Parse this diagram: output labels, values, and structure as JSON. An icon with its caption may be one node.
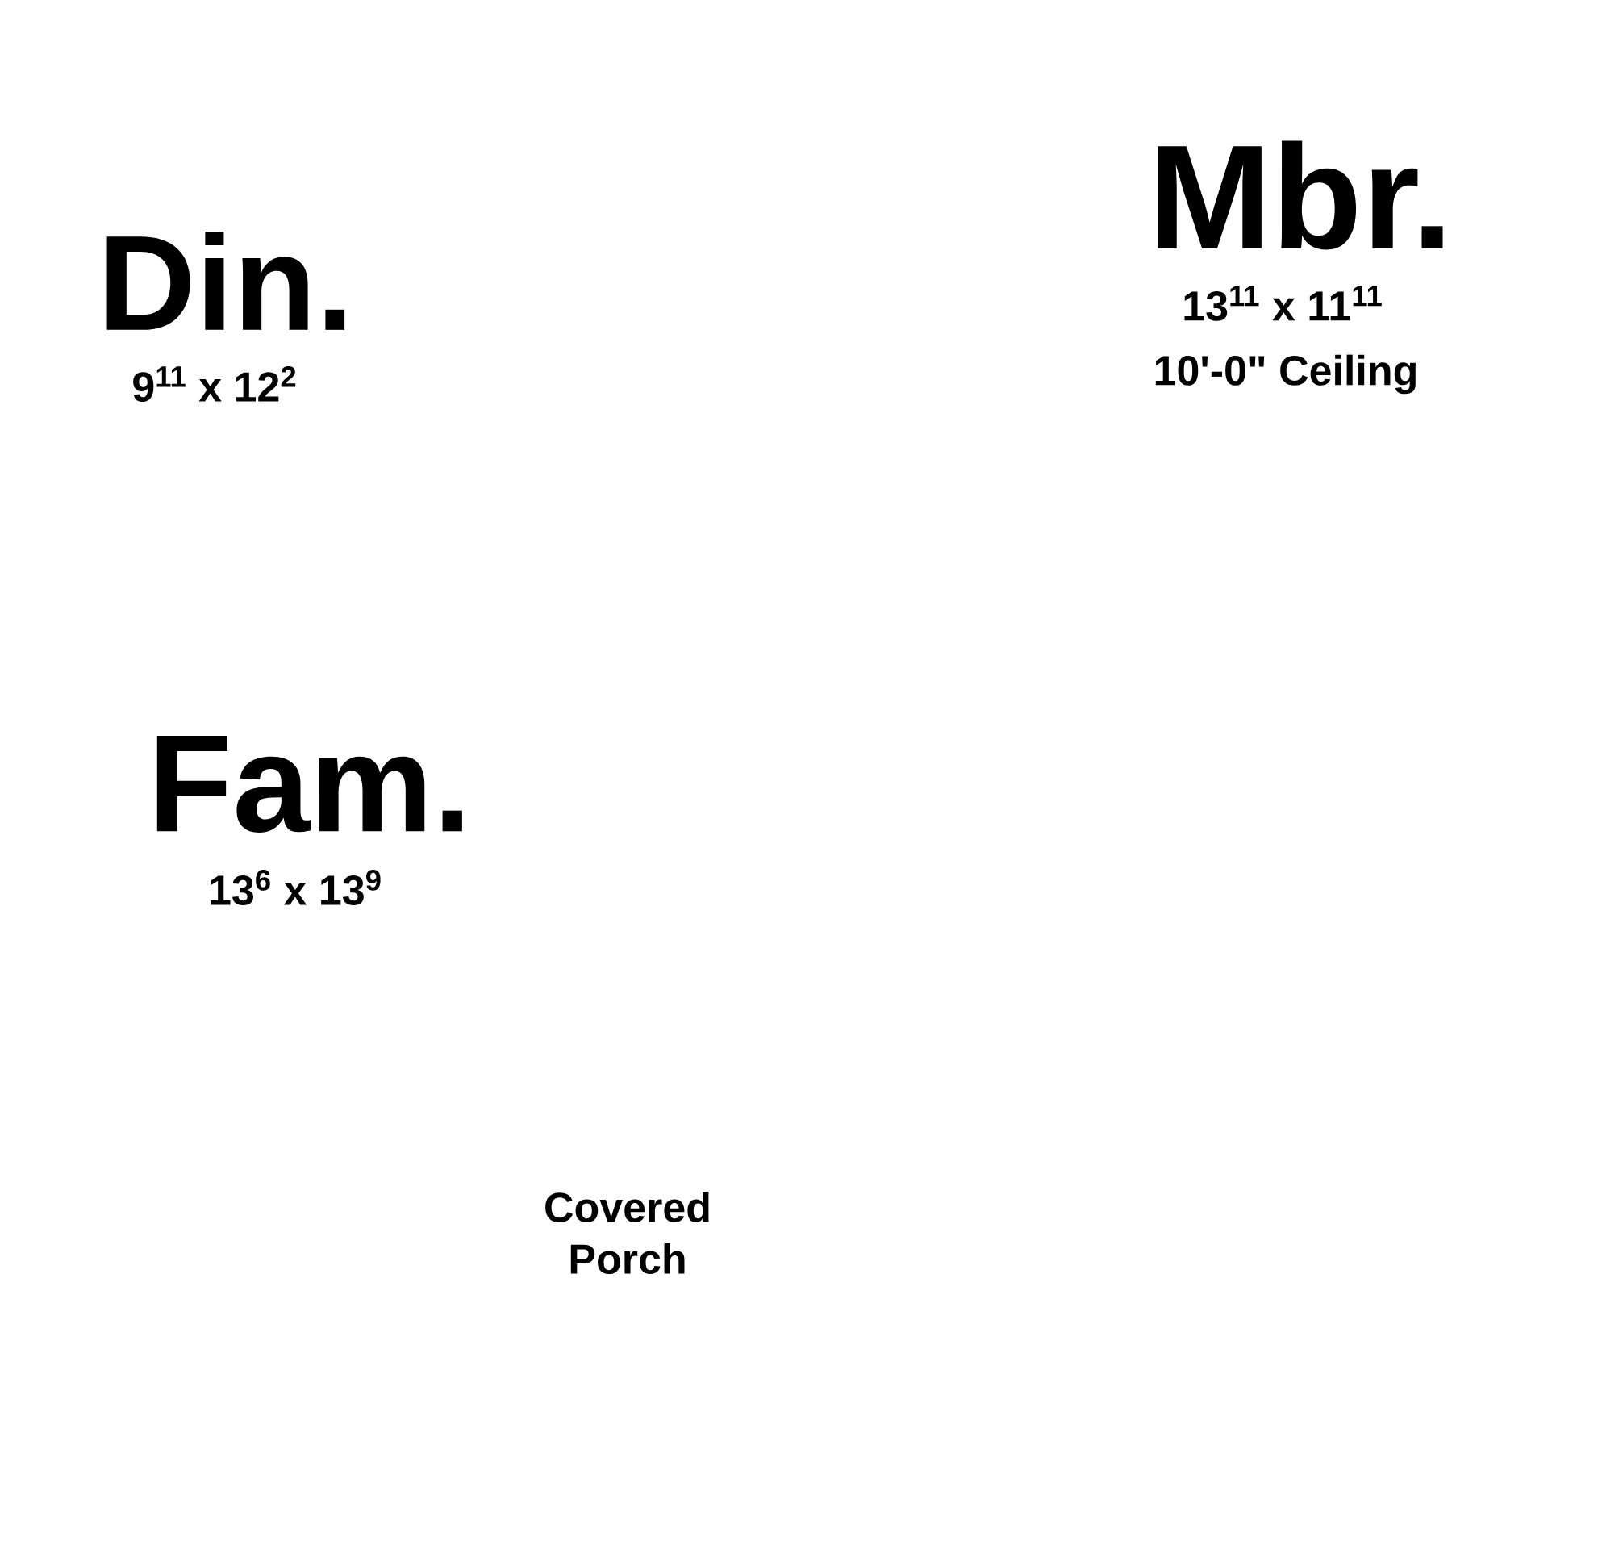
{
  "diagram": {
    "labels": [
      "Din.",
      "9$^{11}$ x 12$^{2}$",
      "Mbr.",
      "13$^{11}$ x 11$^{11}$",
      "10'-0\" Ceiling",
      "Fam.",
      "13$^{6}$ x 13$^{9}$",
      "Covered Porch"
    ]
  }
}
